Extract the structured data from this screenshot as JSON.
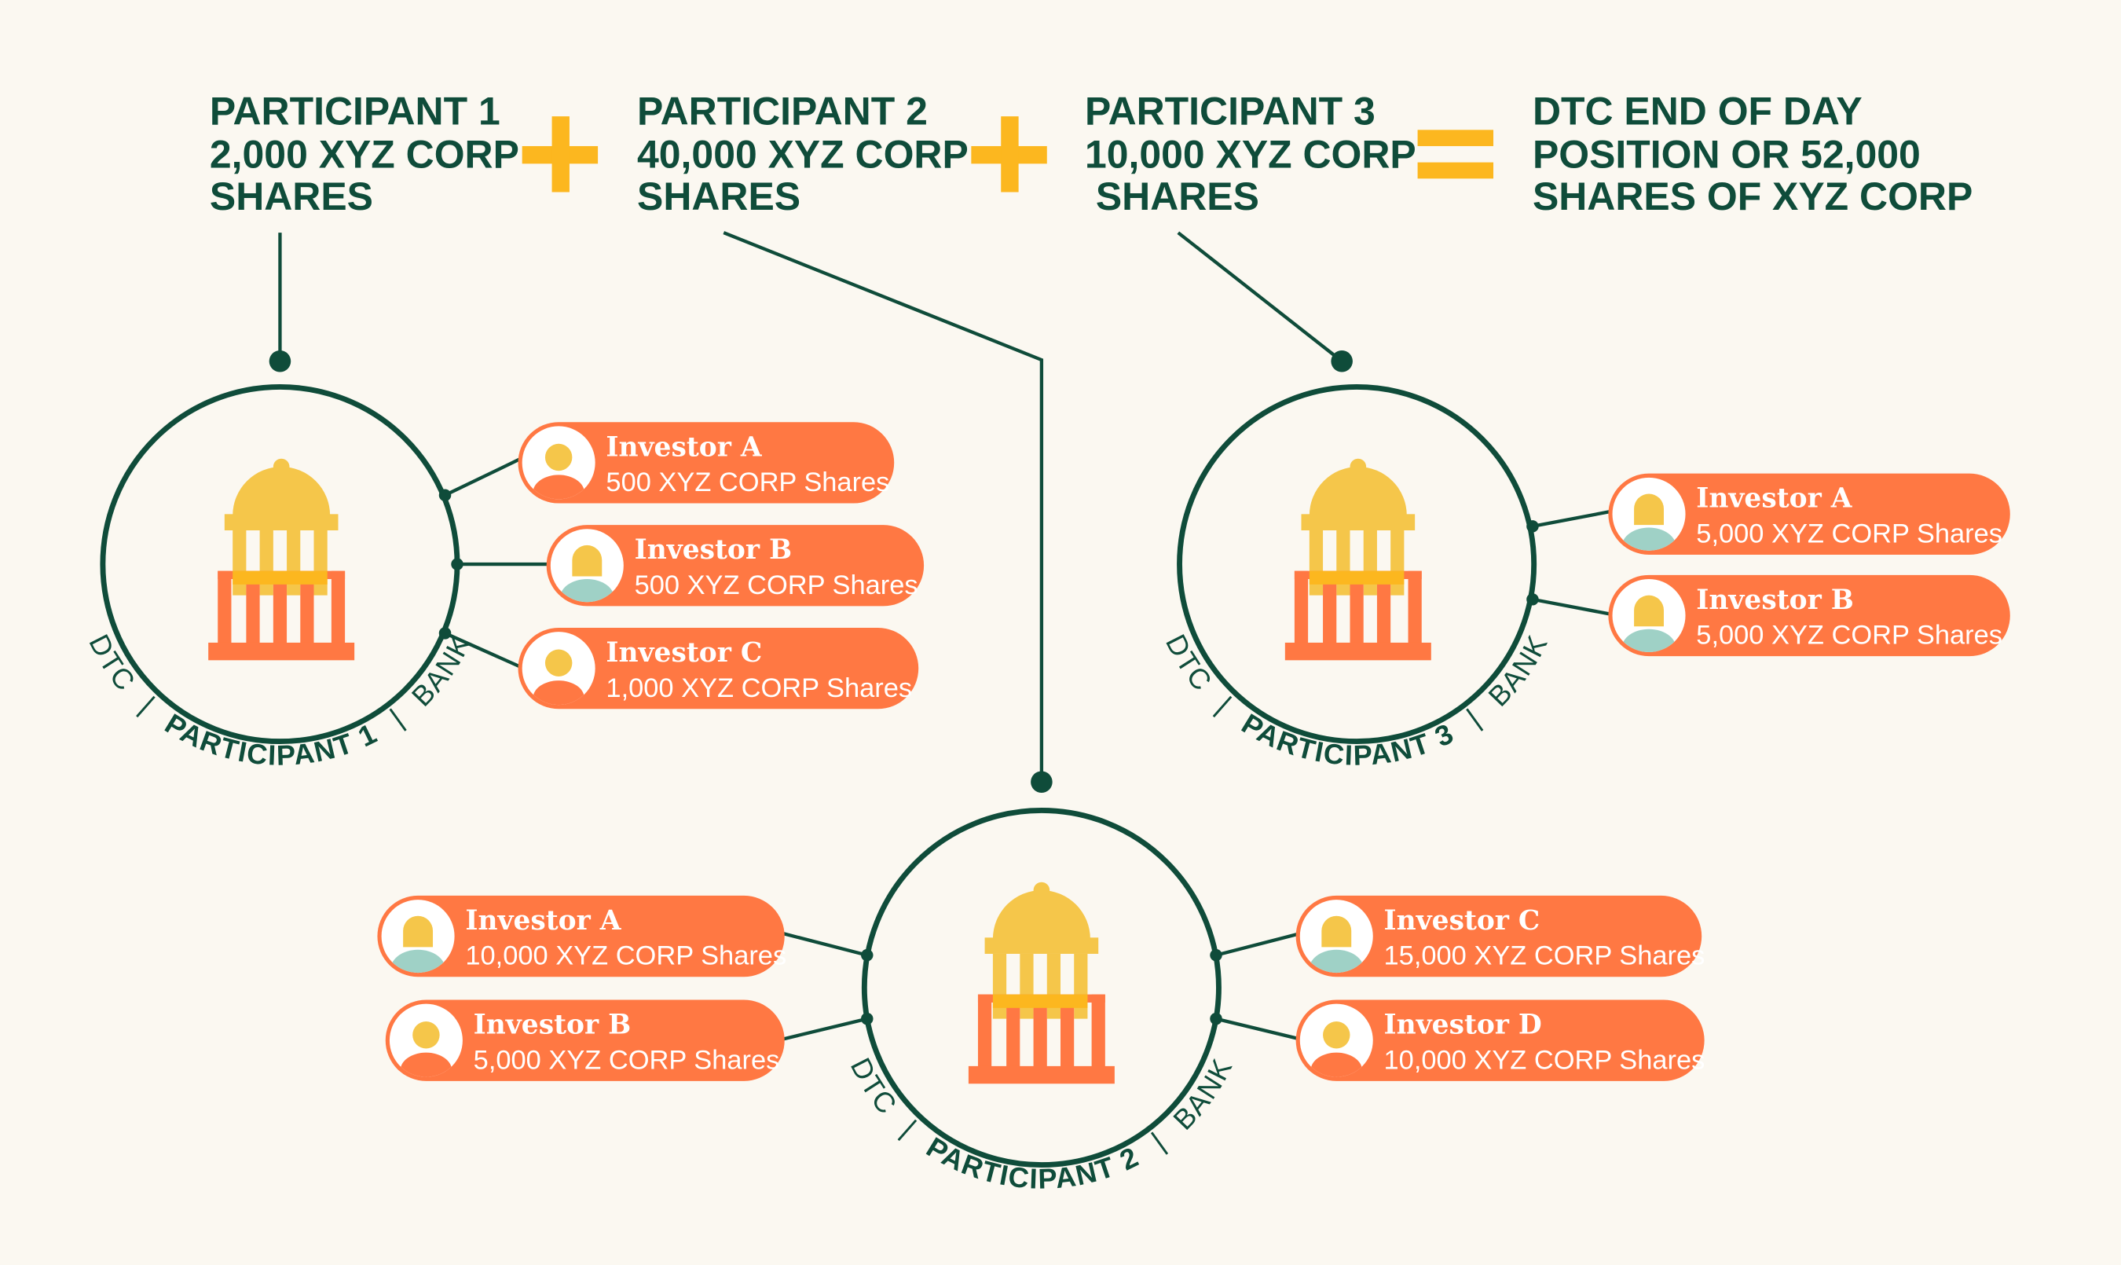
{
  "colors": {
    "background": "#fbf8f1",
    "dark_green": "#0f4c3a",
    "orange": "#ff7843",
    "yellow": "#f5c64a",
    "gold": "#fcb71f",
    "skin_blue": "#9fd1c6"
  },
  "equation": {
    "participant1": {
      "line1": "PARTICIPANT 1",
      "line2": "2,000 XYZ CORP",
      "line3": "SHARES"
    },
    "plus1": "plus-icon",
    "participant2": {
      "line1": "PARTICIPANT 2",
      "line2": "40,000 XYZ CORP",
      "line3": "SHARES"
    },
    "plus2": "plus-icon",
    "participant3": {
      "line1": "PARTICIPANT 3",
      "line2": "10,000 XYZ CORP",
      "line3": " SHARES"
    },
    "equals": "equals-icon",
    "result": {
      "line1": "DTC END OF DAY",
      "line2": "POSITION OR 52,000",
      "line3": "SHARES OF XYZ CORP"
    }
  },
  "hubs": {
    "p1": {
      "icon": "bank-building-icon",
      "label_left": "DTC",
      "sep1": "|",
      "label_mid": "PARTICIPANT 1",
      "sep2": "|",
      "label_right": "BANK"
    },
    "p2": {
      "icon": "bank-building-icon",
      "label_left": "DTC",
      "sep1": "|",
      "label_mid": "PARTICIPANT 2",
      "sep2": "|",
      "label_right": "BANK"
    },
    "p3": {
      "icon": "bank-building-icon",
      "label_left": "DTC",
      "sep1": "|",
      "label_mid": "PARTICIPANT 3",
      "sep2": "|",
      "label_right": "BANK"
    }
  },
  "investors": {
    "p1": [
      {
        "name": "Investor A",
        "shares": "500 XYZ CORP Shares",
        "avatar": "investor-man-icon"
      },
      {
        "name": "Investor B",
        "shares": "500 XYZ CORP Shares",
        "avatar": "investor-woman-icon"
      },
      {
        "name": "Investor C",
        "shares": "1,000 XYZ CORP Shares",
        "avatar": "investor-man-icon"
      }
    ],
    "p2": [
      {
        "name": "Investor A",
        "shares": "10,000 XYZ CORP Shares",
        "avatar": "investor-woman-icon"
      },
      {
        "name": "Investor B",
        "shares": "5,000 XYZ CORP Shares",
        "avatar": "investor-man-icon"
      },
      {
        "name": "Investor C",
        "shares": "15,000 XYZ CORP Shares",
        "avatar": "investor-woman-icon"
      },
      {
        "name": "Investor D",
        "shares": "10,000 XYZ CORP Shares",
        "avatar": "investor-man-icon"
      }
    ],
    "p3": [
      {
        "name": "Investor A",
        "shares": "5,000 XYZ CORP Shares",
        "avatar": "investor-woman-icon"
      },
      {
        "name": "Investor B",
        "shares": "5,000 XYZ CORP Shares",
        "avatar": "investor-woman-icon"
      }
    ]
  }
}
